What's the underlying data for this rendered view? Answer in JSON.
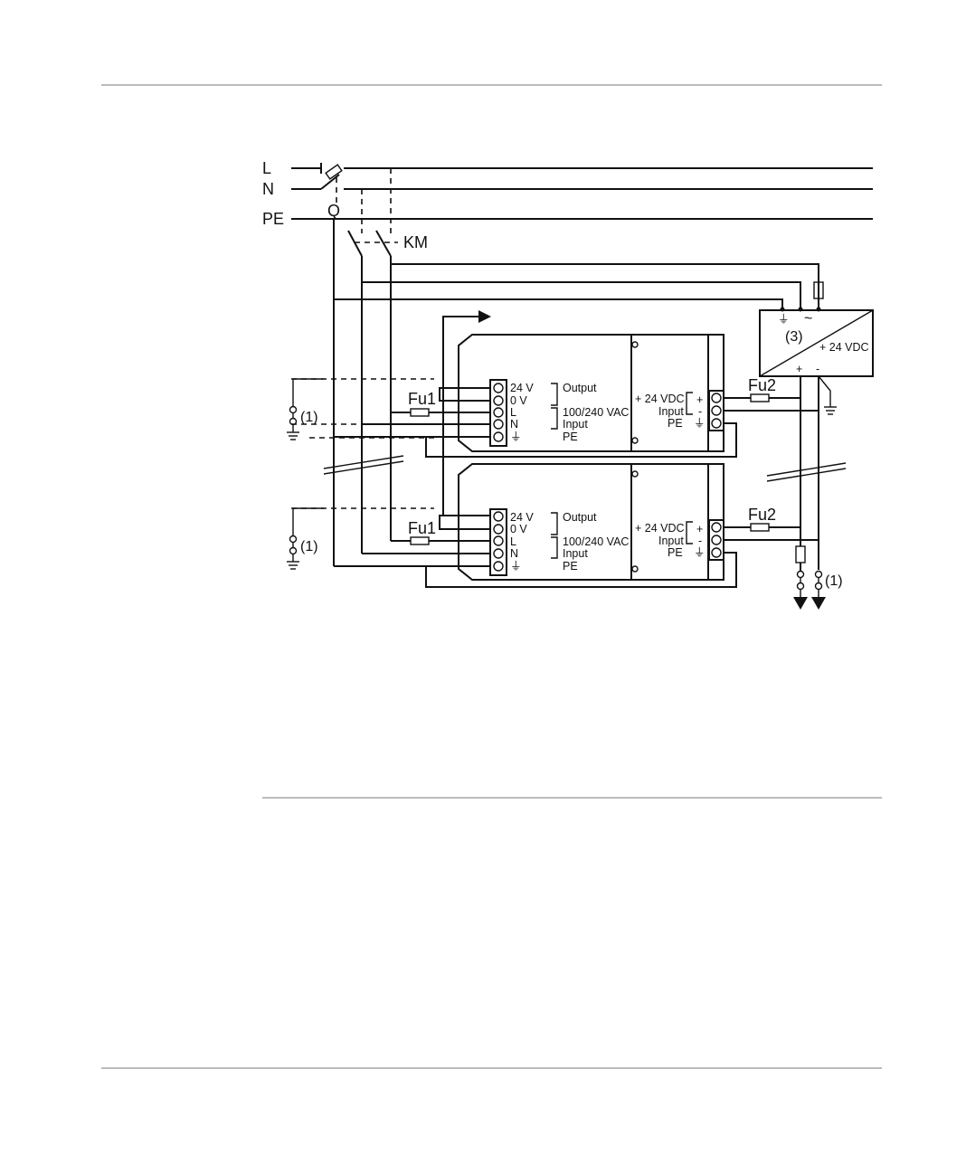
{
  "bus": {
    "L": "L",
    "N": "N",
    "PE": "PE",
    "breaker": "Q",
    "contactor": "KM"
  },
  "fuse_primary": "Fu1",
  "fuse_secondary": "Fu2",
  "ground_note": "(1)",
  "module3": {
    "tag": "(3)",
    "output": "+ 24 VDC",
    "plus": "+",
    "minus": "-"
  },
  "psu_terminals": [
    "24 V",
    "0 V",
    "L",
    "N",
    "⏚"
  ],
  "psu_labels": {
    "output": "Output",
    "input_vac": "100/240 VAC",
    "input": "Input",
    "pe": "PE"
  },
  "module_labels": {
    "vdc": "+ 24 VDC",
    "input": "Input",
    "pe": "PE",
    "plus": "+",
    "minus": "-",
    "gnd": "⏚"
  }
}
